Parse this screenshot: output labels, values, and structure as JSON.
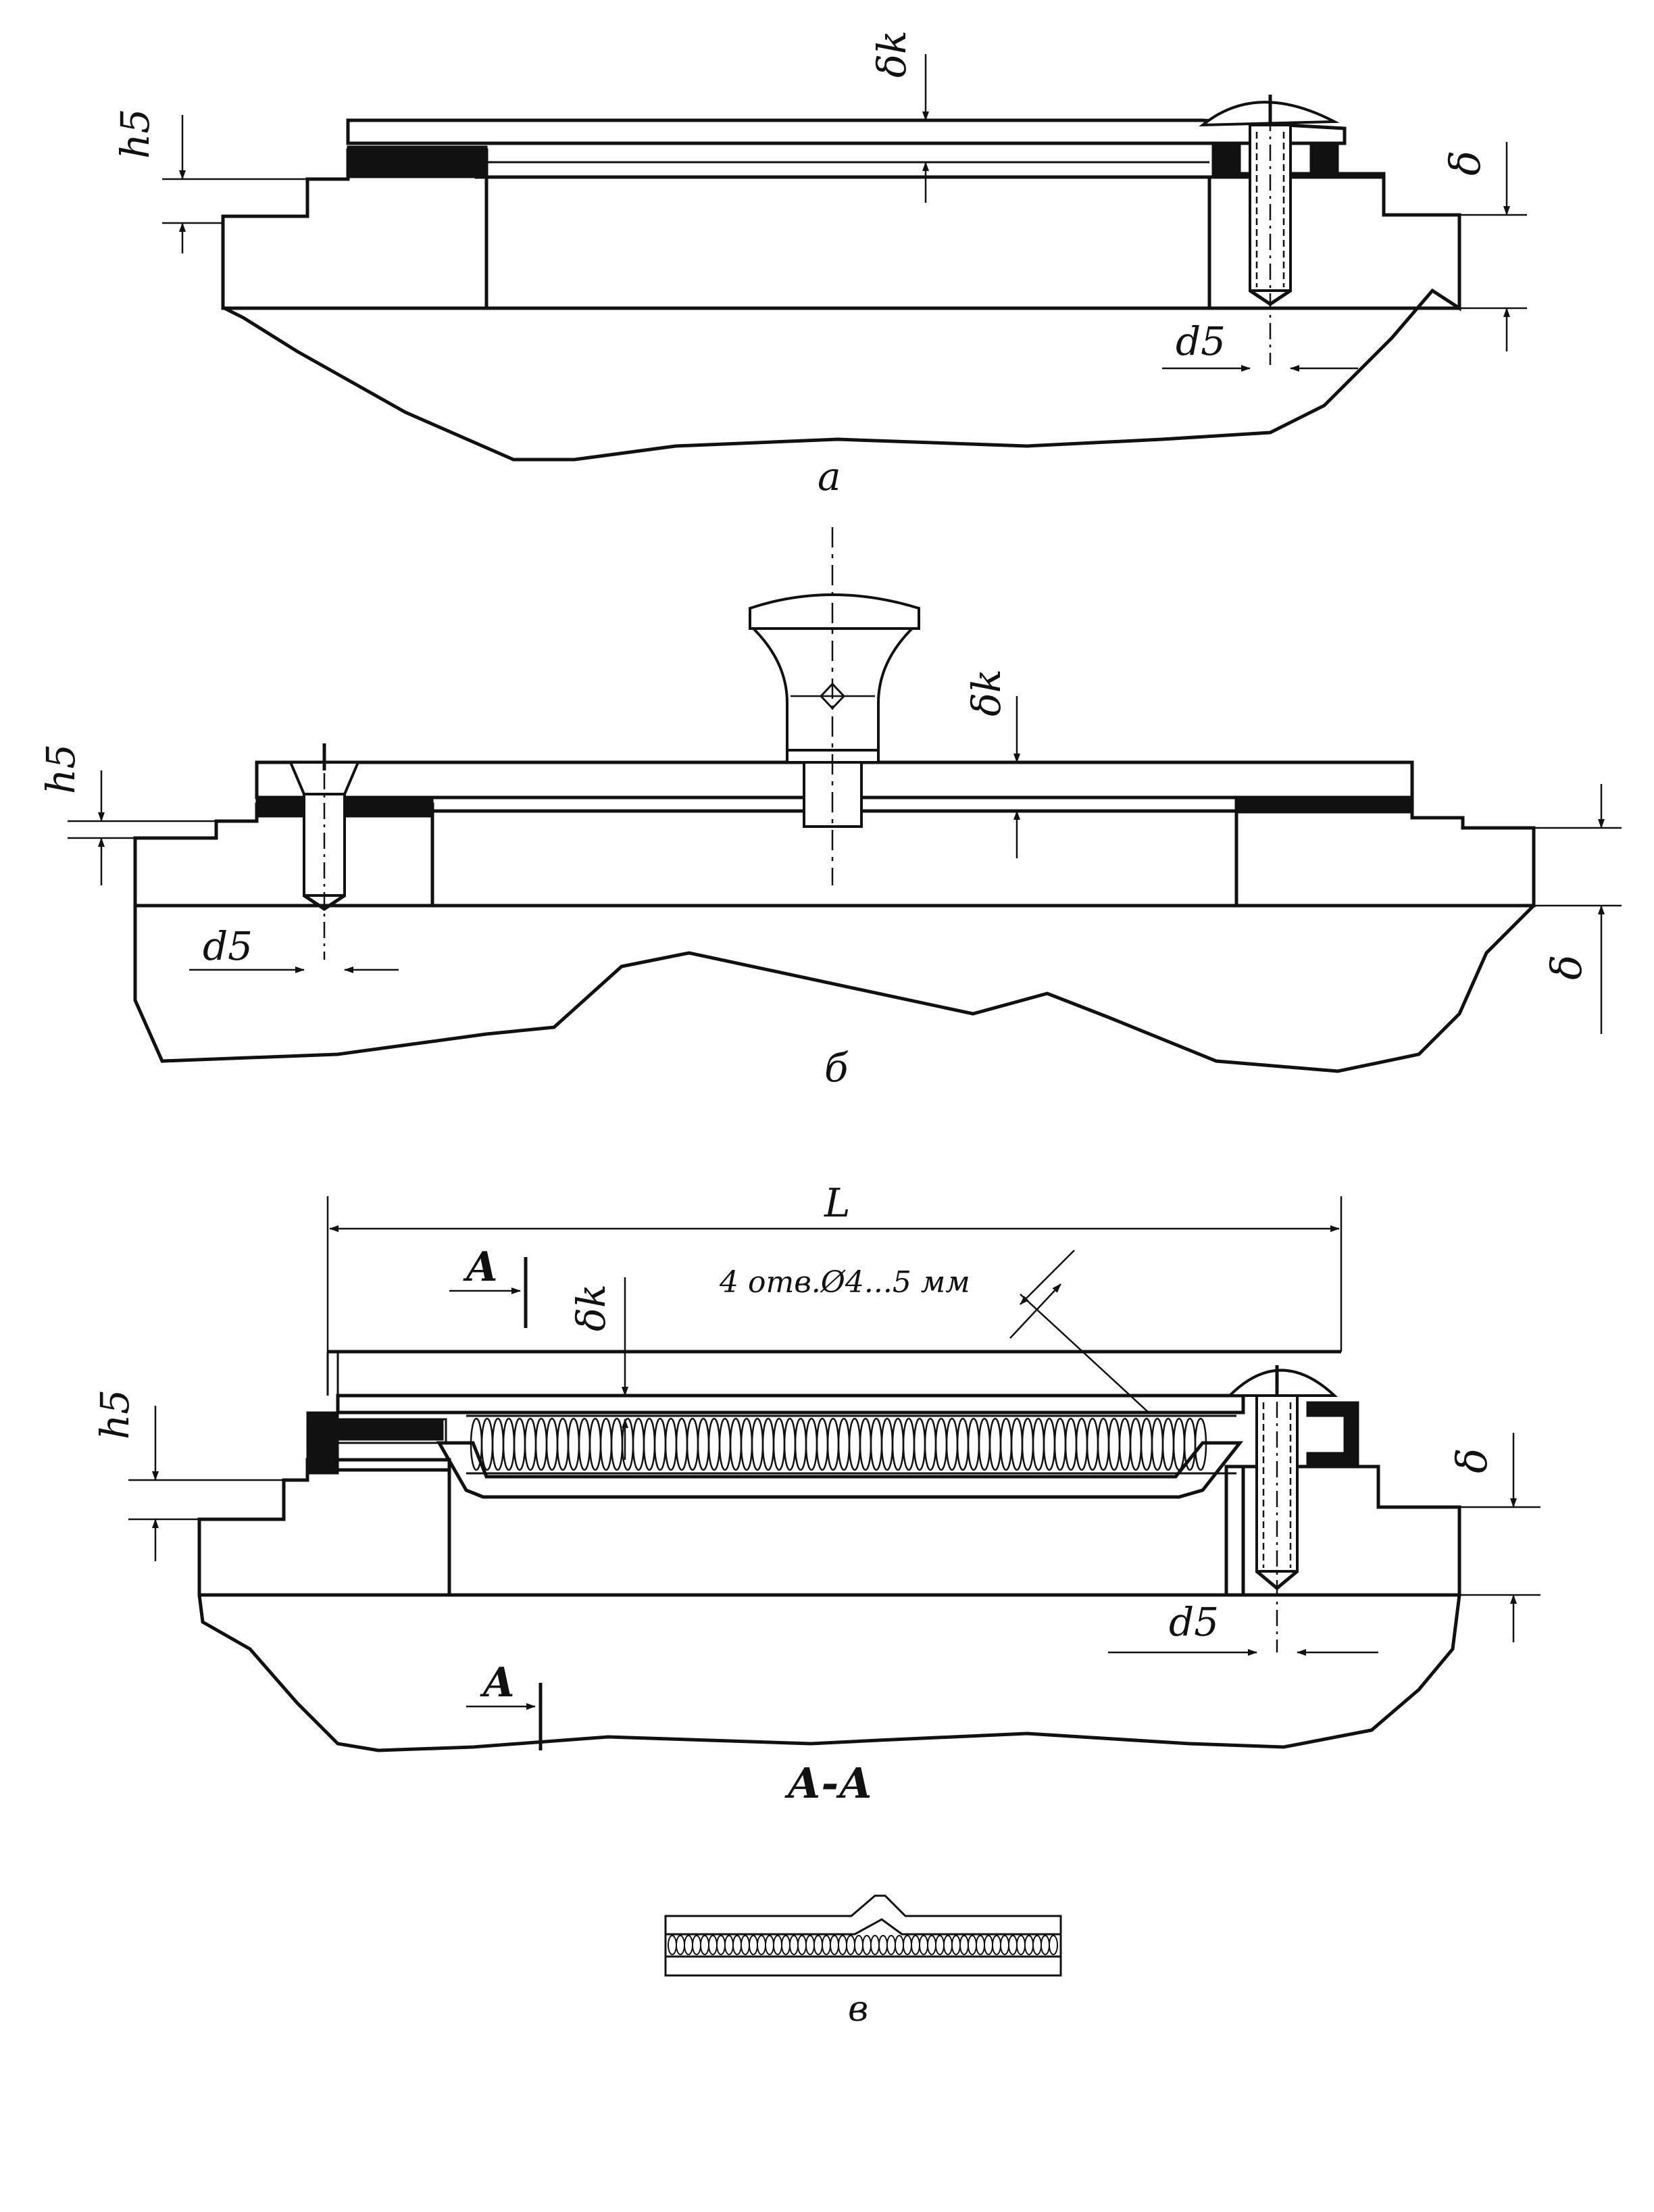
{
  "figures": [
    {
      "id": "a",
      "caption": "а"
    },
    {
      "id": "b",
      "caption": "б"
    },
    {
      "id": "v_main",
      "caption": "А-А"
    },
    {
      "id": "v_detail",
      "caption": "в"
    }
  ],
  "dimensions": {
    "h5": "h5",
    "delta_k": "δk",
    "delta": "δ",
    "d5": "d5",
    "L": "L"
  },
  "annotations": {
    "holes_note": "4 отв.Ø4...5 мм",
    "section_mark": "A"
  },
  "colors": {
    "ink": "#111111",
    "paper": "#ffffff"
  }
}
